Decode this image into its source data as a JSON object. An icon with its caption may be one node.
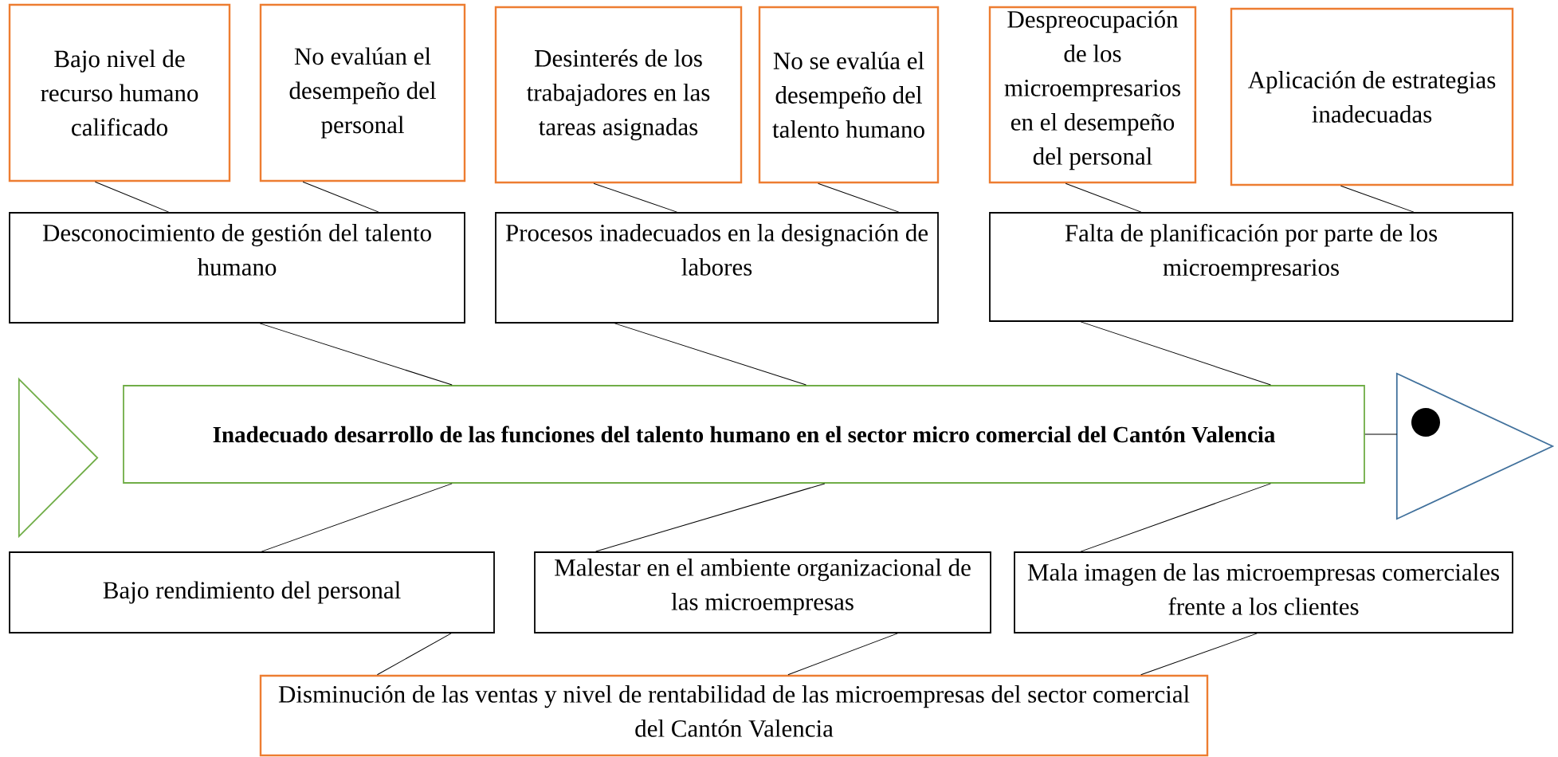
{
  "diagram": {
    "nodes": [
      {
        "text": [
          "Bajo nivel de recurso humano calificado"
        ]
      },
      {
        "text": [
          "No evalúan el desempeño del personal"
        ]
      },
      {
        "text": [
          "Desinterés de los trabajadores en las tareas asignadas"
        ]
      },
      {
        "text": [
          "No se evalúa el desempeño del talento humano"
        ]
      },
      {
        "text": [
          "Despreocupación de los microempresarios en el desempeño del personal"
        ]
      },
      {
        "text": [
          "Aplicación de estrategias inadecuadas"
        ]
      },
      {
        "text": [
          "Desconocimiento de gestión del talento humano"
        ]
      },
      {
        "text": [
          "Procesos inadecuados en la designación de labores"
        ]
      },
      {
        "text": [
          "Falta de planificación por parte de los microempresarios"
        ]
      },
      {
        "text": [],
        "shape": "triangle"
      },
      {
        "text": [
          "Inadecuado desarrollo de las funciones del talento humano en el sector micro comercial del Cantón Valencia"
        ]
      },
      {
        "text": [],
        "shape": "triangle"
      },
      {
        "text": [],
        "shape": "circle",
        "in": 11
      },
      {
        "text": [
          "Bajo rendimiento del personal"
        ]
      },
      {
        "text": [
          "Malestar en el ambiente organizacional de las microempresas"
        ]
      },
      {
        "text": [
          "Mala imagen de las microempresas comerciales frente a los clientes"
        ]
      },
      {
        "text": [
          "Disminución de las ventas y nivel de rentabilidad de las microempresas del sector comercial del Cantón Valencia"
        ]
      }
    ],
    "edges": [
      {
        "from": 0,
        "to": 6,
        "arrow": "none"
      },
      {
        "from": 1,
        "to": 6,
        "arrow": "none"
      },
      {
        "from": 2,
        "to": 7,
        "arrow": "none"
      },
      {
        "from": 3,
        "to": 7,
        "arrow": "none"
      },
      {
        "from": 4,
        "to": 8,
        "arrow": "none"
      },
      {
        "from": 5,
        "to": 8,
        "arrow": "none"
      },
      {
        "from": 6,
        "to": 10,
        "arrow": "none"
      },
      {
        "from": 7,
        "to": 10,
        "arrow": "none"
      },
      {
        "from": 8,
        "to": 10,
        "arrow": "none"
      },
      {
        "from": 10,
        "to": 13,
        "arrow": "none"
      },
      {
        "from": 10,
        "to": 14,
        "arrow": "none"
      },
      {
        "from": 10,
        "to": 15,
        "arrow": "none"
      },
      {
        "from": 13,
        "to": 16,
        "arrow": "none"
      },
      {
        "from": 14,
        "to": 16,
        "arrow": "none"
      },
      {
        "from": 15,
        "to": 16,
        "arrow": "none"
      },
      {
        "from": 10,
        "to": 11,
        "arrow": "none"
      }
    ]
  }
}
